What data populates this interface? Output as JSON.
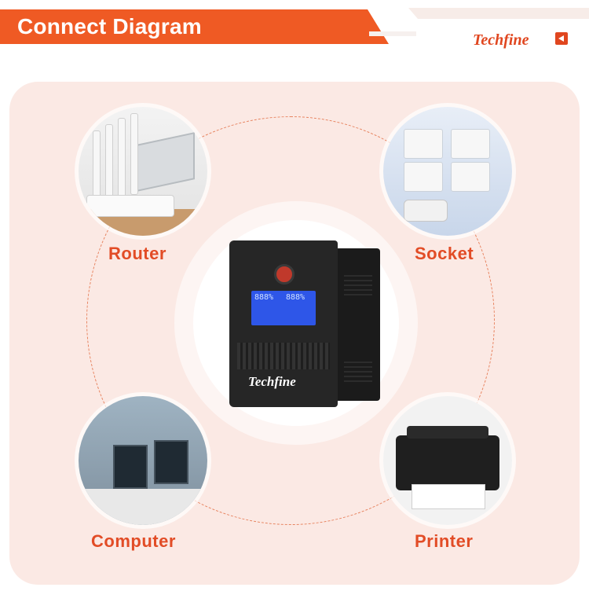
{
  "header": {
    "title": "Connect Diagram",
    "brand": "Techfine"
  },
  "center": {
    "product_brand": "Techfine",
    "lcd_left": "888%",
    "lcd_right": "888%"
  },
  "devices": [
    {
      "label": "Router"
    },
    {
      "label": "Socket"
    },
    {
      "label": "Computer"
    },
    {
      "label": "Printer"
    }
  ],
  "colors": {
    "accent": "#ef5a24",
    "panel": "#fbe9e4",
    "label": "#e24c26"
  },
  "icons": {
    "brand_badge": "play-left-icon"
  }
}
